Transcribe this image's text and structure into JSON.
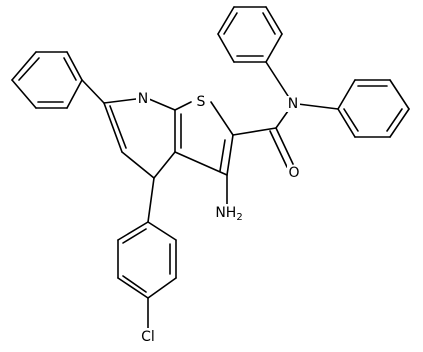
{
  "atom_labels": {
    "n_pyridine": "N",
    "s_thiophene": "S",
    "amino": "NH2",
    "n_amide": "N",
    "o_carbonyl": "O",
    "chloro": "Cl"
  },
  "colors": {
    "bond": "#000000",
    "label": "#000000",
    "background": "#ffffff"
  }
}
